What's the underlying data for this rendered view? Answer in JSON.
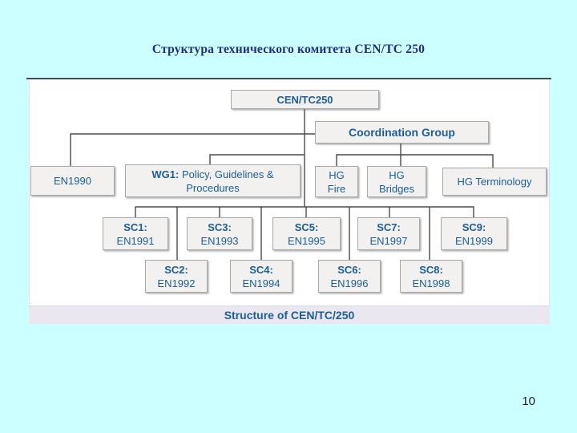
{
  "slide": {
    "title": "Структура технического комитета CEN/TC 250",
    "footer_caption": "Structure of CEN/TC/250",
    "page_number": "10"
  },
  "colors": {
    "background": "#ccffff",
    "panel": "#ffffff",
    "title_navy": "#1f2d87",
    "node_blue": "#1b5e97",
    "box_fill": "#f2f1ef",
    "box_border": "#a8a8a8",
    "connector_gray": "#4a4a4a",
    "divider_slate": "#3e4d56",
    "caption_bar_lavender": "#eae7f1"
  },
  "diagram": {
    "nodes": [
      {
        "id": "cen-tc250",
        "rows": [
          [
            {
              "t": "CEN/TC250",
              "b": true
            }
          ]
        ]
      },
      {
        "id": "coordination-group",
        "rows": [
          [
            {
              "t": "Coordination Group",
              "b": true
            }
          ]
        ]
      },
      {
        "id": "en1990",
        "rows": [
          [
            {
              "t": "EN1990",
              "b": false
            }
          ]
        ]
      },
      {
        "id": "wg1",
        "rows": [
          [
            {
              "t": "WG1:",
              "b": true
            },
            {
              "t": " Policy, Guidelines &",
              "b": false
            }
          ],
          [
            {
              "t": "Procedures",
              "b": false
            }
          ]
        ]
      },
      {
        "id": "hg-fire",
        "rows": [
          [
            {
              "t": "HG",
              "b": false
            }
          ],
          [
            {
              "t": "Fire",
              "b": false
            }
          ]
        ]
      },
      {
        "id": "hg-bridges",
        "rows": [
          [
            {
              "t": "HG",
              "b": false
            }
          ],
          [
            {
              "t": "Bridges",
              "b": false
            }
          ]
        ]
      },
      {
        "id": "hg-terminology",
        "rows": [
          [
            {
              "t": "HG Terminology",
              "b": false
            }
          ]
        ]
      },
      {
        "id": "sc1",
        "rows": [
          [
            {
              "t": "SC1:",
              "b": true
            }
          ],
          [
            {
              "t": "EN1991",
              "b": false
            }
          ]
        ]
      },
      {
        "id": "sc3",
        "rows": [
          [
            {
              "t": "SC3:",
              "b": true
            }
          ],
          [
            {
              "t": "EN1993",
              "b": false
            }
          ]
        ]
      },
      {
        "id": "sc5",
        "rows": [
          [
            {
              "t": "SC5:",
              "b": true
            }
          ],
          [
            {
              "t": "EN1995",
              "b": false
            }
          ]
        ]
      },
      {
        "id": "sc7",
        "rows": [
          [
            {
              "t": "SC7:",
              "b": true
            }
          ],
          [
            {
              "t": "EN1997",
              "b": false
            }
          ]
        ]
      },
      {
        "id": "sc9",
        "rows": [
          [
            {
              "t": "SC9:",
              "b": true
            }
          ],
          [
            {
              "t": "EN1999",
              "b": false
            }
          ]
        ]
      },
      {
        "id": "sc2",
        "rows": [
          [
            {
              "t": "SC2:",
              "b": true
            }
          ],
          [
            {
              "t": "EN1992",
              "b": false
            }
          ]
        ]
      },
      {
        "id": "sc4",
        "rows": [
          [
            {
              "t": "SC4:",
              "b": true
            }
          ],
          [
            {
              "t": "EN1994",
              "b": false
            }
          ]
        ]
      },
      {
        "id": "sc6",
        "rows": [
          [
            {
              "t": "SC6:",
              "b": true
            }
          ],
          [
            {
              "t": "EN1996",
              "b": false
            }
          ]
        ]
      },
      {
        "id": "sc8",
        "rows": [
          [
            {
              "t": "SC8:",
              "b": true
            }
          ],
          [
            {
              "t": "EN1998",
              "b": false
            }
          ]
        ]
      }
    ]
  }
}
